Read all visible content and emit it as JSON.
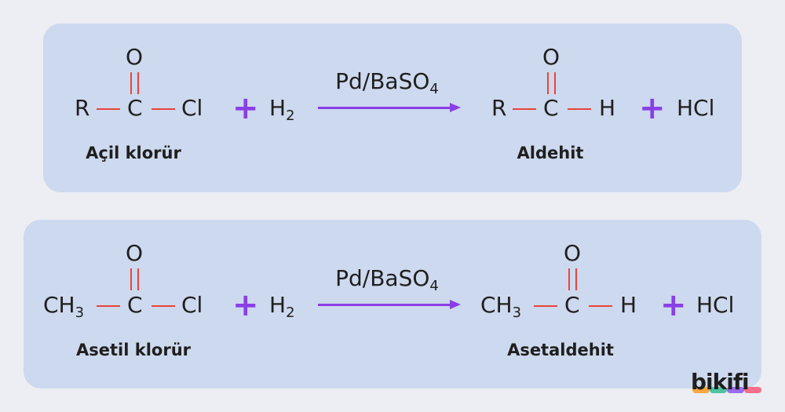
{
  "reaction1": {
    "reactant": {
      "R": "R",
      "C": "C",
      "O": "O",
      "Cl": "Cl"
    },
    "plus1": "+",
    "reagent": {
      "H": "H",
      "sub": "2"
    },
    "catalyst": {
      "main": "Pd/BaSO",
      "sub": "4"
    },
    "product": {
      "R": "R",
      "C": "C",
      "O": "O",
      "H": "H"
    },
    "plus2": "+",
    "byproduct": "HCl",
    "reactant_label": "Açil klorür",
    "product_label": "Aldehit"
  },
  "reaction2": {
    "reactant": {
      "CH": "CH",
      "sub": "3",
      "C": "C",
      "O": "O",
      "Cl": "Cl"
    },
    "plus1": "+",
    "reagent": {
      "H": "H",
      "sub": "2"
    },
    "catalyst": {
      "main": "Pd/BaSO",
      "sub": "4"
    },
    "product": {
      "CH": "CH",
      "sub": "3",
      "C": "C",
      "O": "O",
      "H": "H"
    },
    "plus2": "+",
    "byproduct": "HCl",
    "reactant_label": "Asetil klorür",
    "product_label": "Asetaldehit"
  },
  "logo": {
    "text": "bikifi"
  },
  "colors": {
    "panel": "#cdd9ee",
    "bond": "#e8453c",
    "accent": "#8a3fe6",
    "background": "#eceef4"
  }
}
